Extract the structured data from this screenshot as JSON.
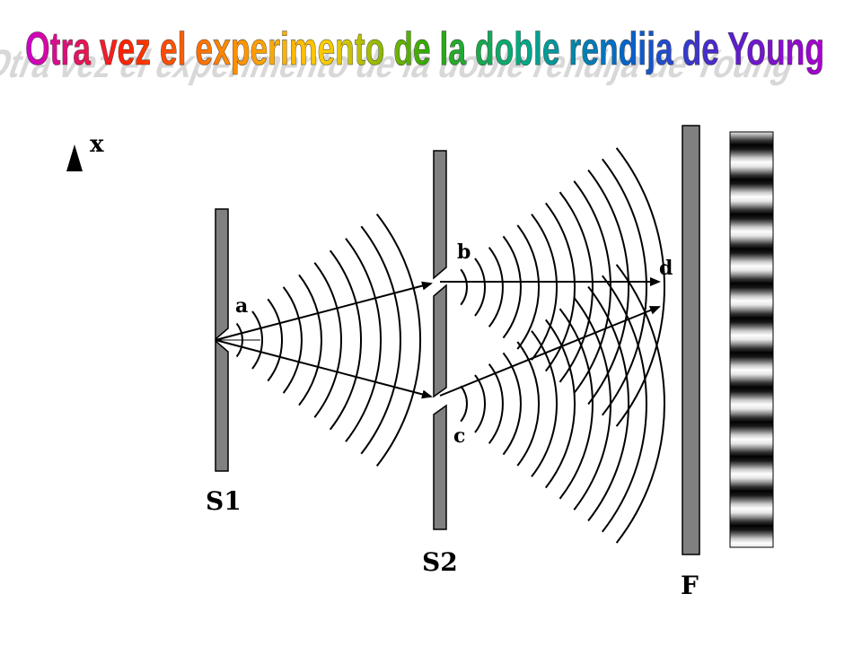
{
  "title": {
    "text": "Otra vez el experimento de la doble rendija de Young",
    "colors": [
      "#cc00cc",
      "#ff2200",
      "#ff8800",
      "#ffcc00",
      "#33aa00",
      "#00aa88",
      "#0066cc",
      "#5522cc",
      "#aa00cc"
    ]
  },
  "diagram": {
    "axis_label": "x",
    "point_labels": {
      "a": "a",
      "b": "b",
      "c": "c",
      "d": "d"
    },
    "barrier_labels": {
      "s1": "S1",
      "s2": "S2",
      "f": "F"
    },
    "colors": {
      "barrier": "#808080",
      "ink": "#000000"
    }
  }
}
